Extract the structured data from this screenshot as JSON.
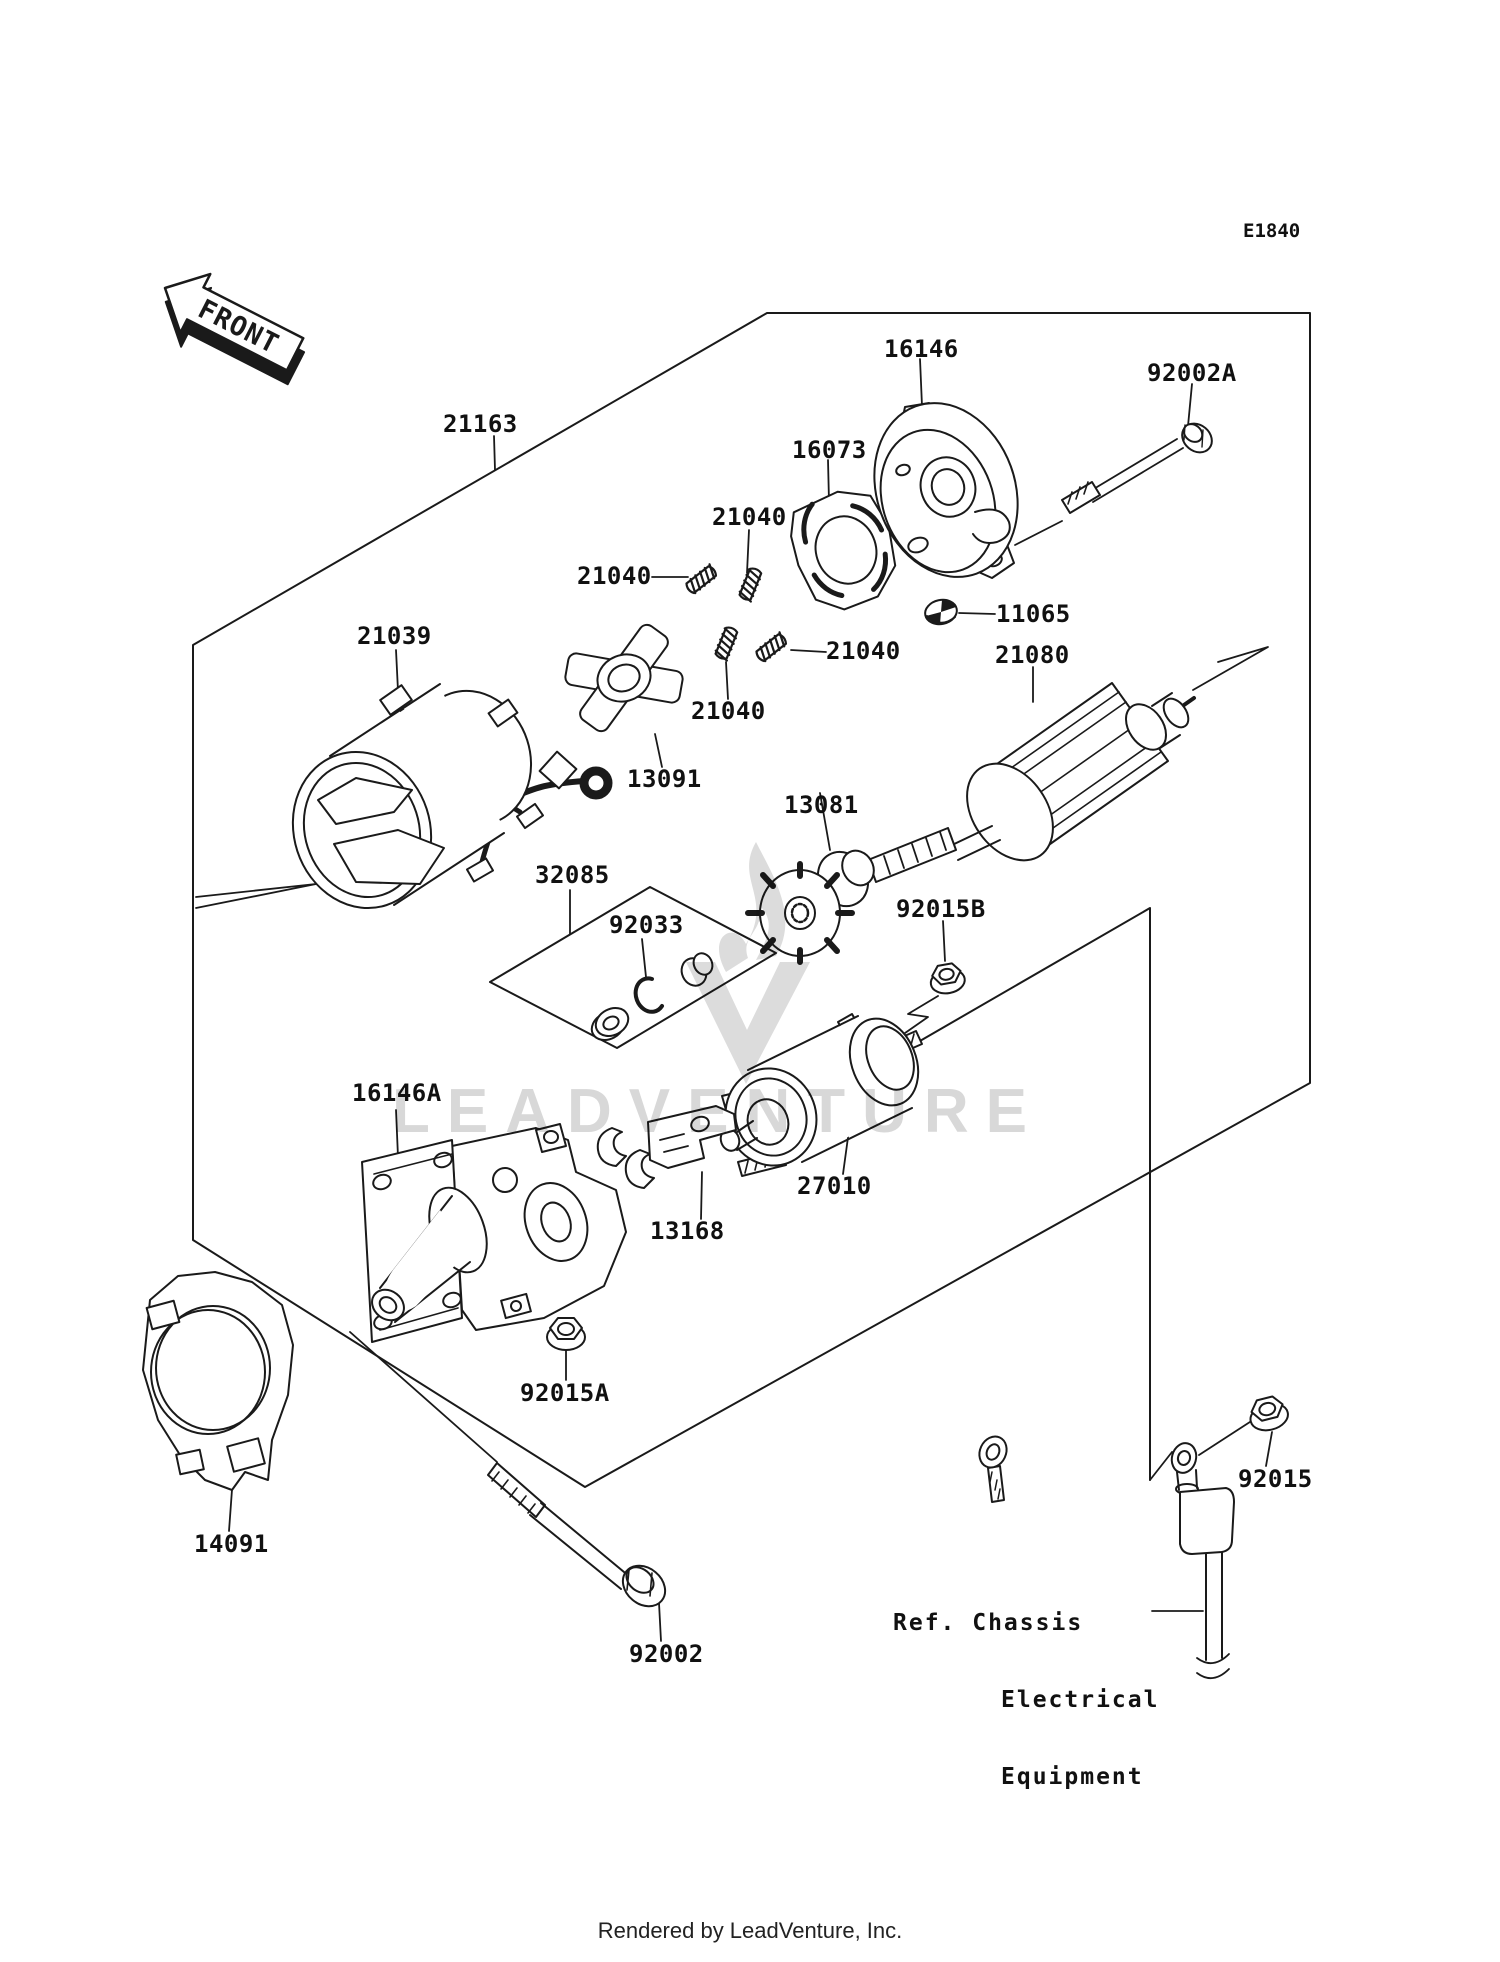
{
  "diagram": {
    "code": "E1840",
    "front_label": "FRONT",
    "watermark": "LEADVENTURE",
    "footer": "Rendered by LeadVenture, Inc.",
    "ref_note": {
      "line1": "Ref. Chassis",
      "line2": "Electrical",
      "line3": "Equipment"
    },
    "colors": {
      "line": "#1a1a1a",
      "watermark": "#d8d8d8",
      "background": "#ffffff"
    }
  },
  "parts": {
    "p21163": "21163",
    "p16146": "16146",
    "p92002a": "92002A",
    "p16073": "16073",
    "p21040a": "21040",
    "p21040b": "21040",
    "p21040c": "21040",
    "p21040d": "21040",
    "p21039": "21039",
    "p11065": "11065",
    "p21080": "21080",
    "p13091": "13091",
    "p13081": "13081",
    "p32085": "32085",
    "p92033": "92033",
    "p92015b": "92015B",
    "p16146a": "16146A",
    "p27010": "27010",
    "p13168": "13168",
    "p92015a": "92015A",
    "p14091": "14091",
    "p92002": "92002",
    "p92015": "92015"
  }
}
